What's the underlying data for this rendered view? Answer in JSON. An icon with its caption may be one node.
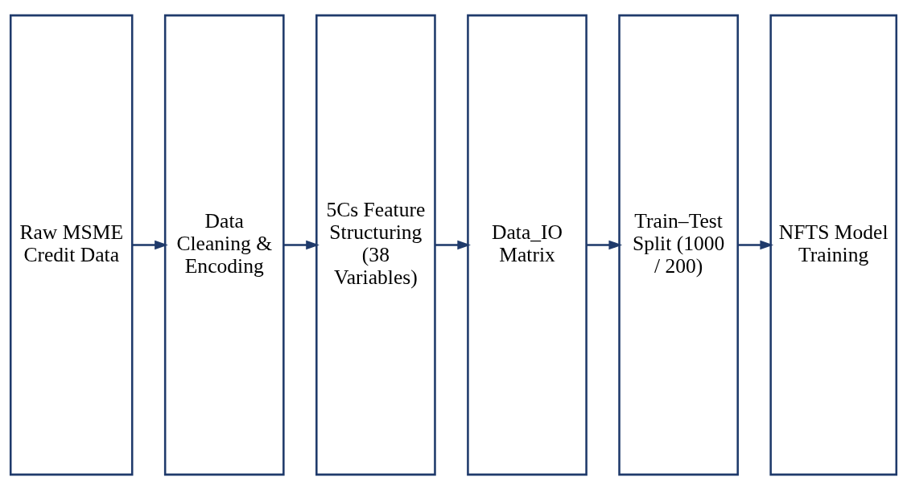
{
  "diagram": {
    "nodes": [
      {
        "text": [
          "Raw MSME Credit Data"
        ]
      },
      {
        "text": [
          "Data Cleaning & Encoding"
        ]
      },
      {
        "text": [
          "5Cs Feature Structuring (38 Variables)"
        ]
      },
      {
        "text": [
          "Data_IO Matrix"
        ]
      },
      {
        "text": [
          "Train–Test Split (1000 / 200)"
        ]
      },
      {
        "text": [
          "NFTS Model Training"
        ]
      }
    ],
    "edges": [
      {
        "from": 0,
        "to": 1,
        "arrow": "to"
      },
      {
        "from": 1,
        "to": 2,
        "arrow": "to"
      },
      {
        "from": 2,
        "to": 3,
        "arrow": "to"
      },
      {
        "from": 3,
        "to": 4,
        "arrow": "to"
      },
      {
        "from": 4,
        "to": 5,
        "arrow": "to"
      }
    ]
  }
}
